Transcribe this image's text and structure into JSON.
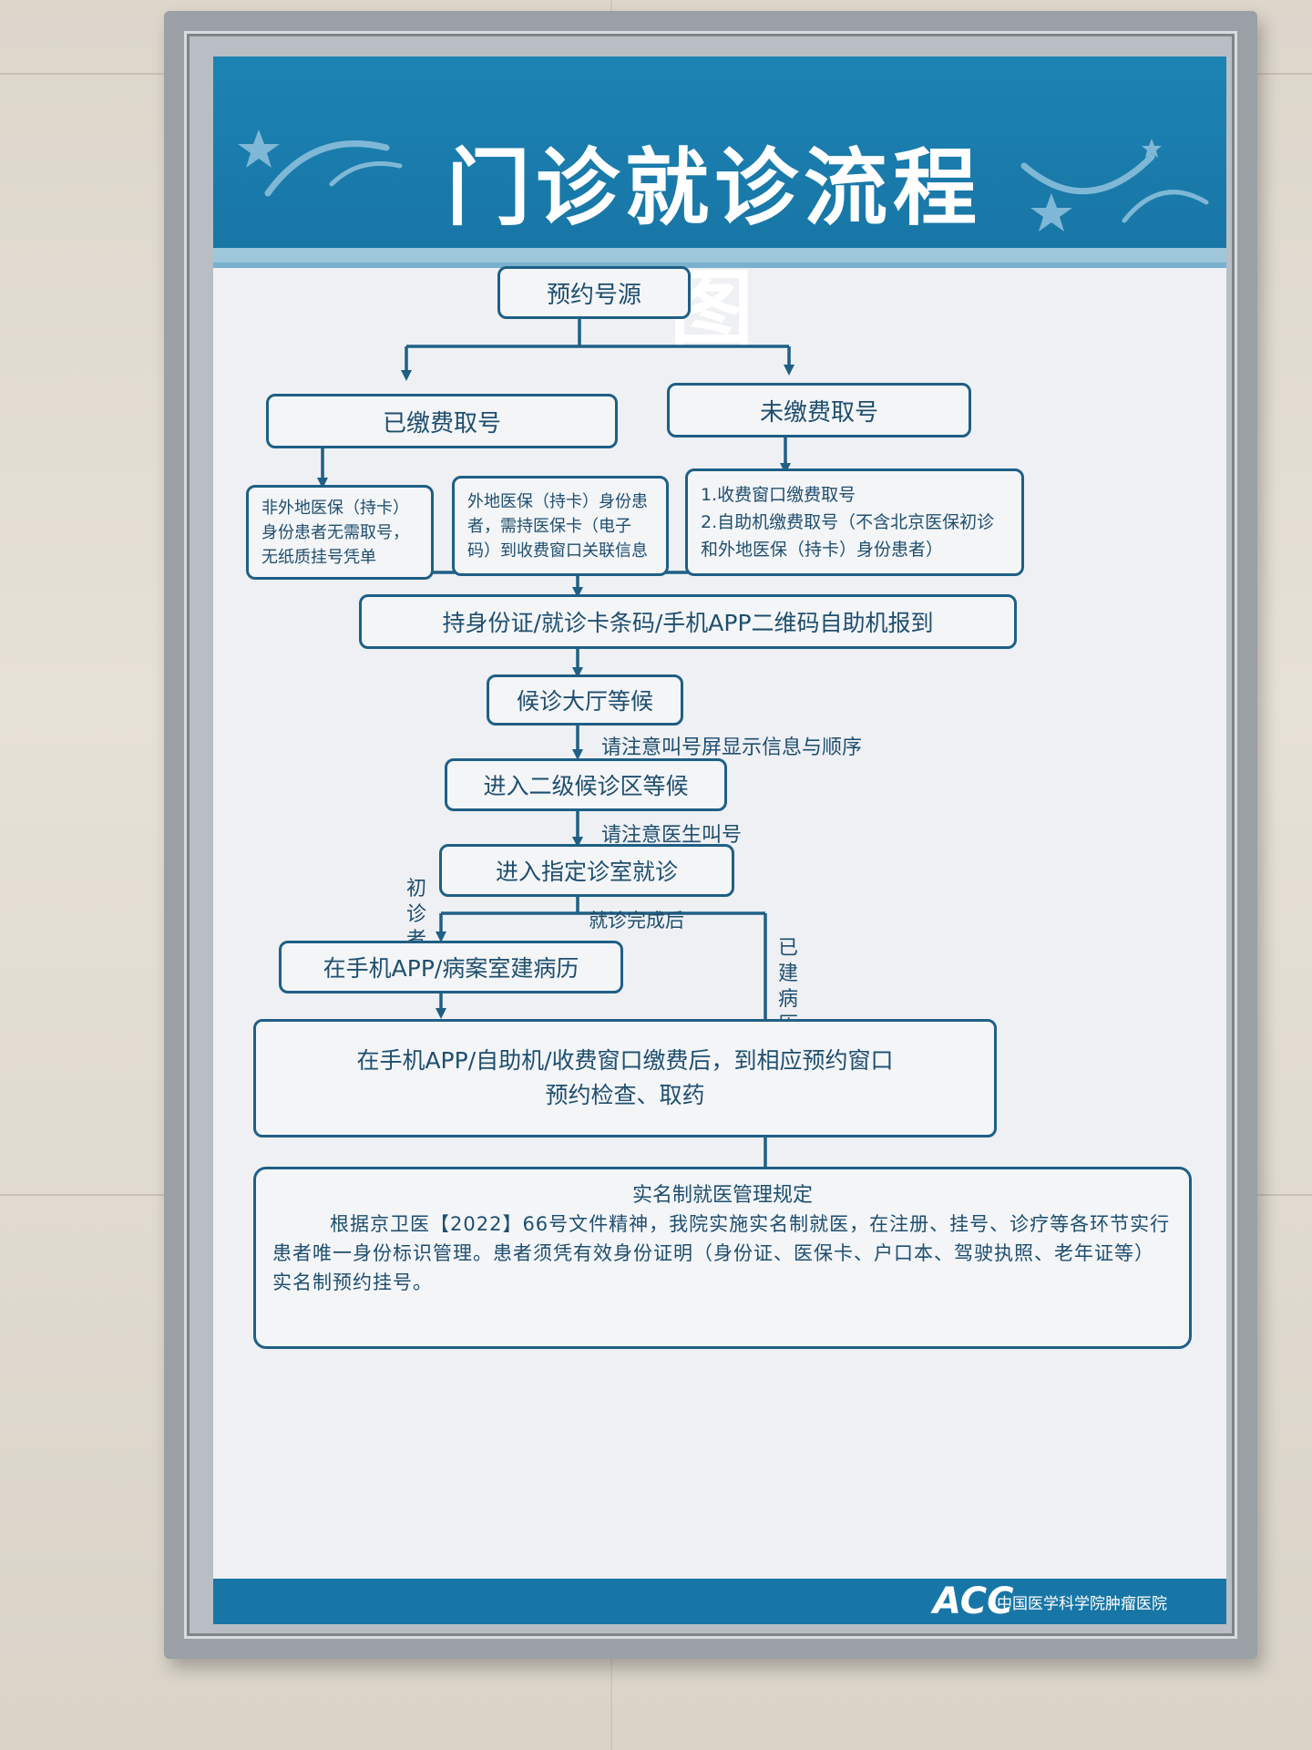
{
  "poster": {
    "title": "门诊就诊流程图",
    "hospital_name": "中国医学科学院肿瘤医院",
    "logo_mark": "ACC"
  },
  "flow": {
    "start": "预约号源",
    "paid": "已缴费取号",
    "unpaid": "未缴费取号",
    "local_insurance": "非外地医保（持卡）身份患者无需取号，无纸质挂号凭单",
    "nonlocal_insurance": "外地医保（持卡）身份患者，需持医保卡（电子码）到收费窗口关联信息",
    "unpaid_options": "1.收费窗口缴费取号\n2.自助机缴费取号（不含北京医保初诊和外地医保（持卡）身份患者）",
    "checkin": "持身份证/就诊卡条码/手机APP二维码自助机报到",
    "wait_hall": "候诊大厅等候",
    "note_screen": "请注意叫号屏显示信息与顺序",
    "secondary_wait": "进入二级候诊区等候",
    "note_doctor": "请注意医生叫号",
    "consult": "进入指定诊室就诊",
    "note_done": "就诊完成后",
    "first_visit": "初诊者",
    "has_record": "已建病历者",
    "create_record": "在手机APP/病案室建病历",
    "final_step": "在手机APP/自助机/收费窗口缴费后，到相应预约窗口\n预约检查、取药"
  },
  "rules": {
    "title": "实名制就医管理规定",
    "body": "根据京卫医【2022】66号文件精神，我院实施实名制就医，在注册、挂号、诊疗等各环节实行患者唯一身份标识管理。患者须凭有效身份证明（身份证、医保卡、户口本、驾驶执照、老年证等）实名制预约挂号。"
  },
  "colors": {
    "brand_blue": "#1876a6",
    "line_blue": "#1f5f85"
  }
}
